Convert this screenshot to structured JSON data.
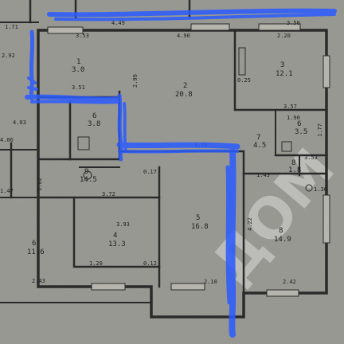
{
  "rooms": [
    {
      "id": "r1",
      "number": "1",
      "area": "3.0"
    },
    {
      "id": "r2",
      "number": "2",
      "area": "20.8"
    },
    {
      "id": "r3",
      "number": "3",
      "area": "12.1"
    },
    {
      "id": "r4",
      "number": "4",
      "area": "13.3"
    },
    {
      "id": "r5",
      "number": "5",
      "area": "16.8"
    },
    {
      "id": "r6",
      "number": "6",
      "area": "11.6"
    },
    {
      "id": "r7",
      "number": "7",
      "area": "4.5"
    },
    {
      "id": "r8",
      "number": "8",
      "area": "1.8"
    },
    {
      "id": "r9",
      "number": "9",
      "area": "14.5"
    },
    {
      "id": "r10",
      "number": "6",
      "area": "3.8"
    },
    {
      "id": "r11",
      "number": "6",
      "area": "3.5"
    },
    {
      "id": "r12",
      "number": "8",
      "area": "14.9"
    }
  ],
  "dimensions": [
    "1.71",
    "4.49",
    "3.53",
    "4.90",
    "3.50",
    "2.20",
    "2.92",
    "3.51",
    "2.99",
    "0.25",
    "3.57",
    "4.03",
    "1.90",
    "4.06",
    "3.24",
    "1.43",
    "1.77",
    "3.53",
    "1.47",
    "3.72",
    "1.62",
    "3.93",
    "4.22",
    "0.12",
    "2.42",
    "2.10",
    "0.17",
    "1.20",
    "2.43",
    "1.36"
  ],
  "colors": {
    "wall": "#2a2a2a",
    "paper": "#9a9a94",
    "marker": "#2a5bff",
    "watermark": "#ffffff"
  }
}
